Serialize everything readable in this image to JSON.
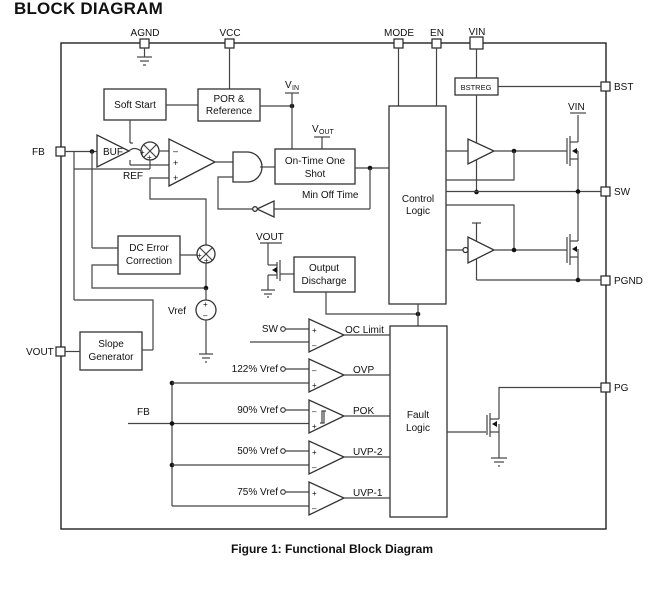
{
  "heading": "BLOCK DIAGRAM",
  "caption": "Figure 1: Functional Block Diagram",
  "pins": {
    "agnd": "AGND",
    "vcc": "VCC",
    "mode": "MODE",
    "en": "EN",
    "vin": "VIN",
    "bst": "BST",
    "sw": "SW",
    "pgnd": "PGND",
    "pg": "PG",
    "fb": "FB",
    "vout": "VOUT"
  },
  "blocks": {
    "soft_start": "Soft Start",
    "por_ref_1": "POR &",
    "por_ref_2": "Reference",
    "bstreg": "BSTREG",
    "buf": "BUF",
    "on_time_1": "On-Time One",
    "on_time_2": "Shot",
    "min_off_time": "Min Off Time",
    "control_logic_1": "Control",
    "control_logic_2": "Logic",
    "dc_error_1": "DC Error",
    "dc_error_2": "Correction",
    "output_discharge_1": "Output",
    "output_discharge_2": "Discharge",
    "slope_gen_1": "Slope",
    "slope_gen_2": "Generator",
    "fault_logic_1": "Fault",
    "fault_logic_2": "Logic"
  },
  "labels": {
    "ref": "REF",
    "vref": "Vref",
    "v_main": "V",
    "v_in_sub": "IN",
    "v_out_sub": "OUT",
    "vout_discharge": "VOUT",
    "vin_highside": "VIN",
    "sw_input": "SW",
    "fb_fault": "FB"
  },
  "comparators": [
    {
      "input": "SW",
      "output": "OC Limit"
    },
    {
      "input": "122% Vref",
      "output": "OVP"
    },
    {
      "input": "90% Vref",
      "output": "POK"
    },
    {
      "input": "50% Vref",
      "output": "UVP-2"
    },
    {
      "input": "75% Vref",
      "output": "UVP-1"
    }
  ],
  "signs": {
    "plus": "+",
    "minus": "–"
  }
}
